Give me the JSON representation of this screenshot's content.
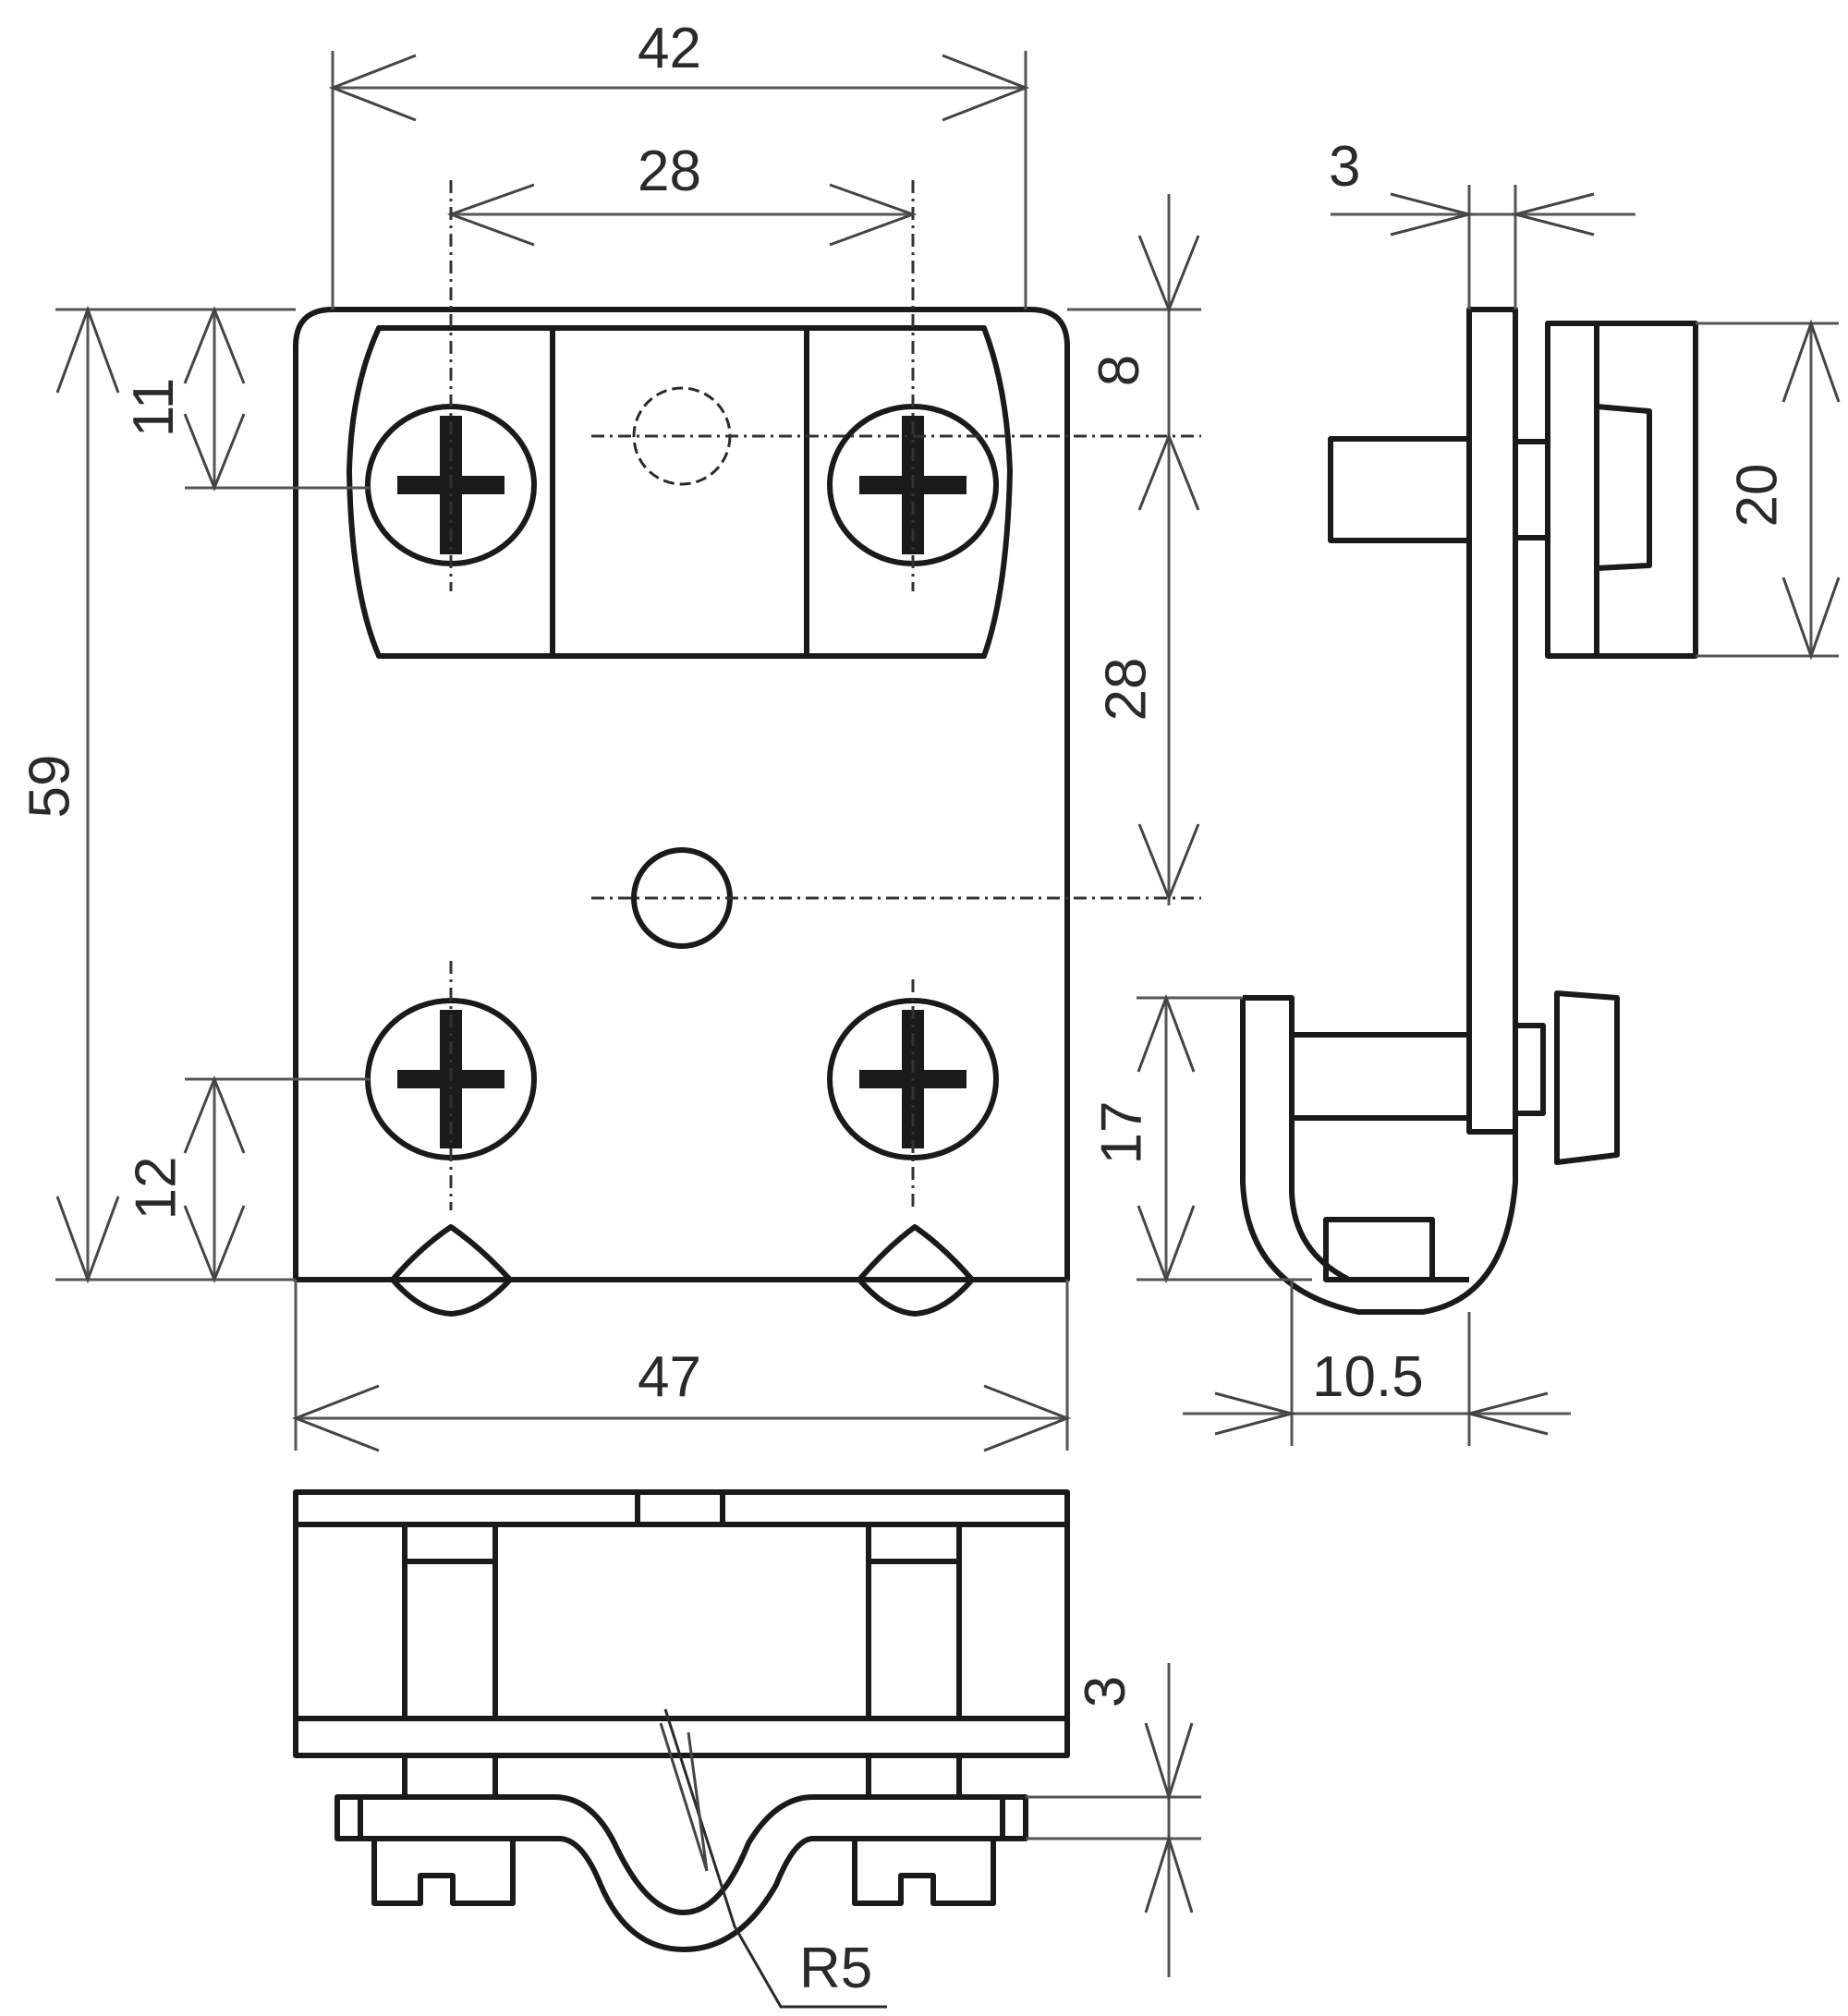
{
  "drawing": {
    "views": [
      "front-view",
      "side-view",
      "bottom-view"
    ],
    "line_color": "#1a1a1a",
    "dimension_color": "#555555",
    "background": "#ffffff"
  },
  "dimensions": {
    "width_top_outer": "42",
    "width_top_inner": "28",
    "height_total": "59",
    "offset_top_left": "11",
    "offset_bottom_left": "12",
    "offset_top_right": "8",
    "hole_spacing_vertical": "28",
    "width_bottom": "47",
    "side_thickness": "3",
    "side_clamp_height": "20",
    "side_hook_height": "17",
    "side_hook_width": "10.5",
    "bottom_thickness": "3",
    "bottom_radius": "R5"
  }
}
